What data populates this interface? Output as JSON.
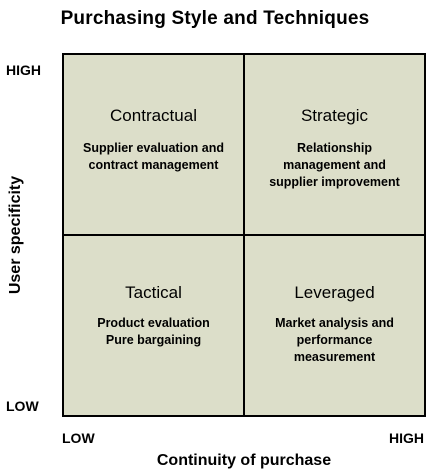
{
  "title": "Purchasing Style and Techniques",
  "axes": {
    "y_label": "User specificity",
    "x_label": "Continuity of purchase",
    "y_high": "HIGH",
    "y_low": "LOW",
    "x_low": "LOW",
    "x_high": "HIGH"
  },
  "quadrants": {
    "top_left": {
      "name": "Contractual",
      "line1": "Supplier evaluation and",
      "line2": "contract management",
      "line3": ""
    },
    "top_right": {
      "name": "Strategic",
      "line1": "Relationship",
      "line2": "management and",
      "line3": "supplier improvement"
    },
    "bottom_left": {
      "name": "Tactical",
      "line1": "Product evaluation",
      "line2": "Pure bargaining",
      "line3": ""
    },
    "bottom_right": {
      "name": "Leveraged",
      "line1": "Market analysis and",
      "line2": "performance",
      "line3": "measurement"
    }
  },
  "colors": {
    "quadrant_fill": "#dcdec9",
    "border": "#000000"
  }
}
